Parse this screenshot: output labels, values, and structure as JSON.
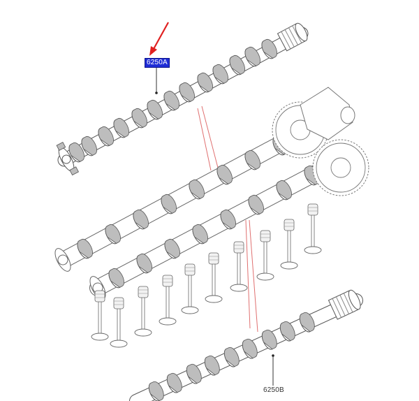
{
  "diagram": {
    "callouts": [
      {
        "id": "a",
        "text": "6250A",
        "highlighted": true
      },
      {
        "id": "b",
        "text": "6250B",
        "highlighted": false
      }
    ],
    "colors": {
      "line": "#555555",
      "shade": "#bdbdbd",
      "guide_lines": "#e07070",
      "arrow": "#e02020",
      "highlight": "#1f2dd6"
    }
  }
}
